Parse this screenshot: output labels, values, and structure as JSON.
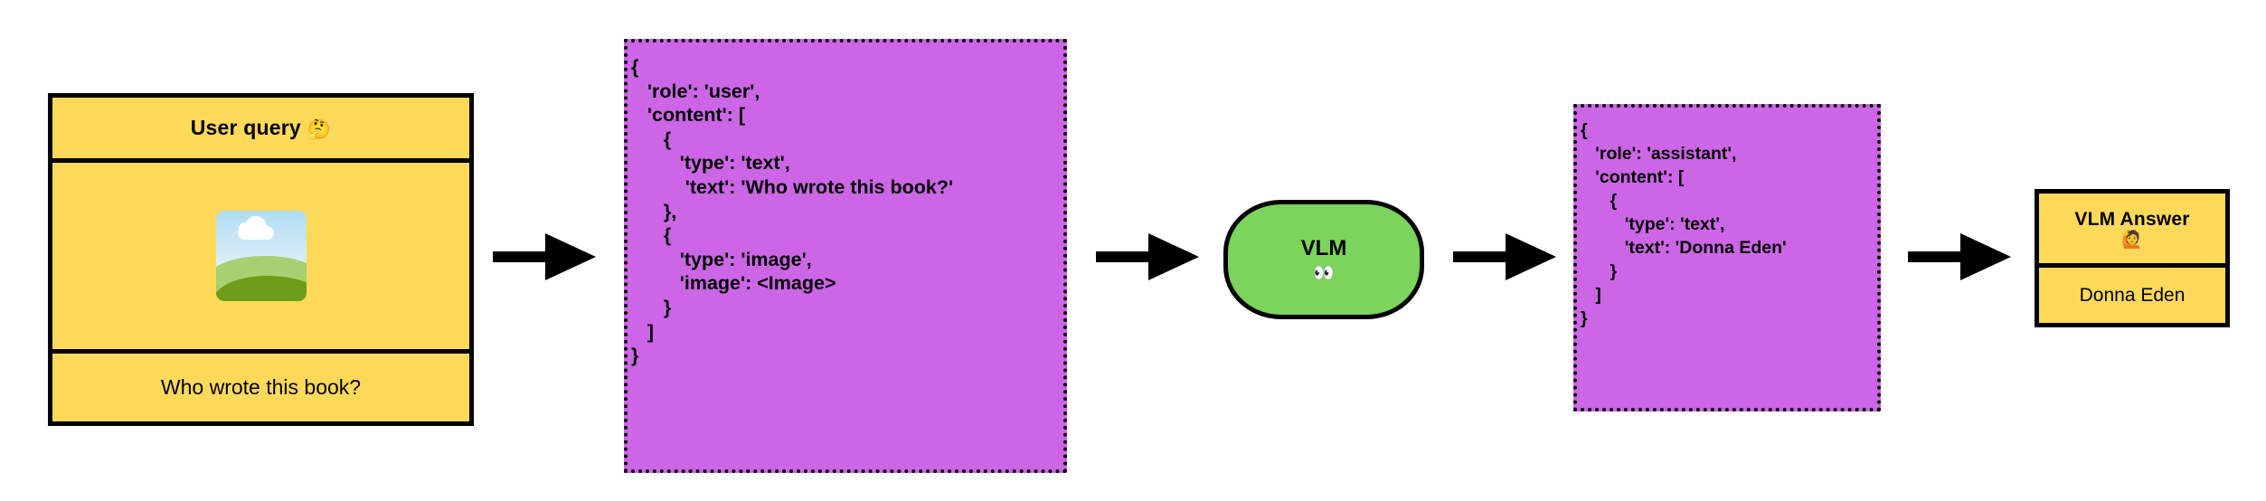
{
  "colors": {
    "yellow_card": "#FDD95A",
    "purple_block": "#CC66E6",
    "green_node": "#7BD45B",
    "outline": "#000000",
    "arrow": "#000000"
  },
  "user_query_card": {
    "header_label": "User query",
    "header_emoji": "🤔",
    "header_emoji_name": "thinking-face-emoji",
    "image_alt": "landscape-photo-thumbnail",
    "question_text": "Who wrote this book?"
  },
  "json_user_message": {
    "title": "user-message-json",
    "code": "{\n   'role': 'user',\n   'content': [\n      {\n         'type': 'text',\n          'text': 'Who wrote this book?'\n      },\n      {\n         'type': 'image',\n         'image': <Image>\n      }\n   ]\n}"
  },
  "vlm_node": {
    "label": "VLM",
    "emoji": "👀",
    "emoji_name": "eyes-emoji"
  },
  "json_assistant_message": {
    "title": "assistant-message-json",
    "code": "{\n   'role': 'assistant',\n   'content': [\n      {\n         'type': 'text',\n         'text': 'Donna Eden'\n      }\n   ]\n}"
  },
  "vlm_answer_card": {
    "header_label": "VLM Answer",
    "header_emoji": "🙋",
    "header_emoji_name": "raising-hand-emoji",
    "answer_text": "Donna Eden"
  },
  "arrows": [
    {
      "name": "arrow-query-to-json",
      "direction": "right"
    },
    {
      "name": "arrow-json-to-vlm",
      "direction": "right"
    },
    {
      "name": "arrow-vlm-to-json",
      "direction": "right"
    },
    {
      "name": "arrow-json-to-answer",
      "direction": "right"
    }
  ]
}
